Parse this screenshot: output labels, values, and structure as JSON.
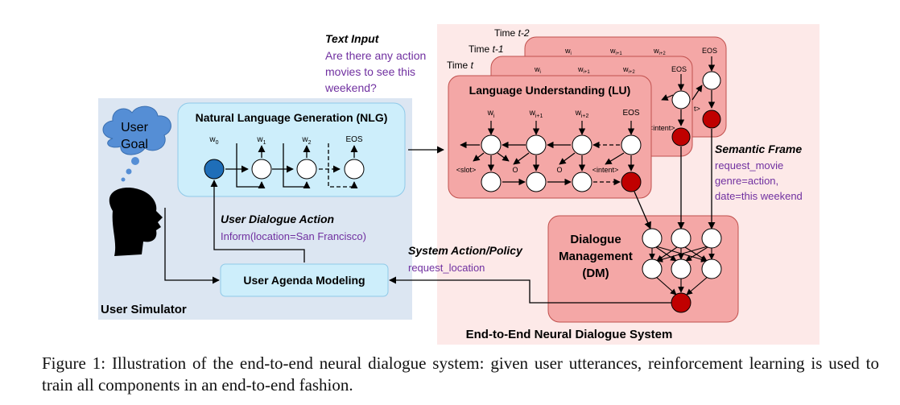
{
  "text_input": {
    "heading": "Text Input",
    "lines": [
      "Are there any action",
      "movies to see this",
      "weekend?"
    ]
  },
  "user_simulator": {
    "label": "User Simulator",
    "goal_line1": "User",
    "goal_line2": "Goal"
  },
  "nlg": {
    "title": "Natural Language Generation (NLG)",
    "tokens": [
      "w",
      "w",
      "w",
      "EOS"
    ],
    "token_subs": [
      "0",
      "1",
      "2",
      ""
    ]
  },
  "user_dialogue_action": {
    "heading": "User Dialogue Action",
    "value": "Inform(location=San Francisco)"
  },
  "user_agenda": {
    "label": "User Agenda Modeling"
  },
  "system_action": {
    "heading": "System Action/Policy",
    "value": "request_location"
  },
  "lu": {
    "title": "Language Understanding (LU)",
    "time_labels": [
      {
        "prefix": "Time ",
        "var": "t-2"
      },
      {
        "prefix": "Time ",
        "var": "t-1"
      },
      {
        "prefix": "Time ",
        "var": "t"
      }
    ],
    "tokens": [
      "w",
      "w",
      "w",
      "EOS"
    ],
    "token_subs": [
      "i",
      "i+1",
      "i+2",
      ""
    ],
    "outputs": [
      "<slot>",
      "O",
      "O",
      "<intent>"
    ],
    "back_fragment": "<intent>",
    "back_fragment2": "t>"
  },
  "semantic_frame": {
    "heading": "Semantic Frame",
    "lines": [
      "request_movie",
      "genre=action,",
      "date=this weekend"
    ]
  },
  "dm": {
    "lines": [
      "Dialogue",
      "Management",
      "(DM)"
    ]
  },
  "system_label": "End-to-End Neural Dialogue System",
  "caption": "Figure 1: Illustration of the end-to-end neural dialogue system: given user utterances, reinforcement learning is used to train all components in an end-to-end fashion.",
  "colors": {
    "user_sim_bg": "#dce6f2",
    "nlg_box": "#cdeefb",
    "system_bg": "#fde9e8",
    "lu_box": "#f4a7a6",
    "dm_box": "#f4a7a6",
    "input_node": "#1f6eb8",
    "output_node": "#c00000",
    "purple_text": "#7030a0"
  },
  "icons": [
    "thought-cloud-icon",
    "person-head-silhouette-icon"
  ]
}
